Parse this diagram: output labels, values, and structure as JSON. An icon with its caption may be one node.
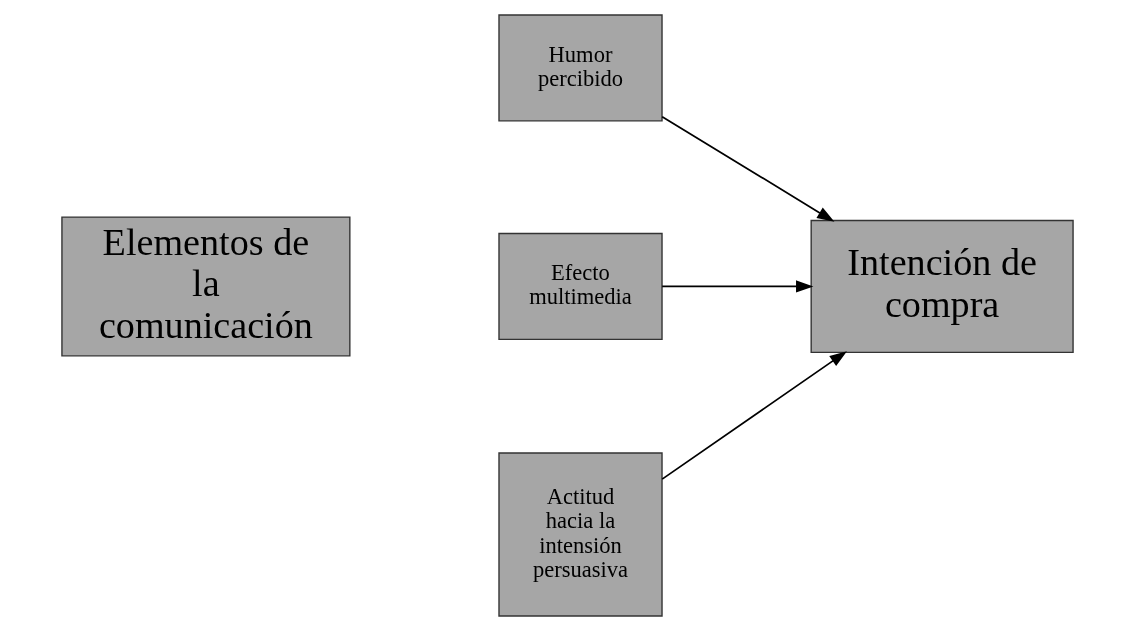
{
  "diagram": {
    "nodes": [
      {
        "text": [
          "Elementos de la comunicación"
        ]
      },
      {
        "text": [
          "Humor percibido"
        ]
      },
      {
        "text": [
          "Efecto multimedia"
        ]
      },
      {
        "text": [
          "Actitud hacia la intensión persuasiva"
        ]
      },
      {
        "text": [
          "Intención de compra"
        ]
      }
    ],
    "edges": [
      {
        "from": 1,
        "to": 4,
        "arrow": "to"
      },
      {
        "from": 2,
        "to": 4,
        "arrow": "to"
      },
      {
        "from": 3,
        "to": 4,
        "arrow": "to"
      }
    ]
  }
}
